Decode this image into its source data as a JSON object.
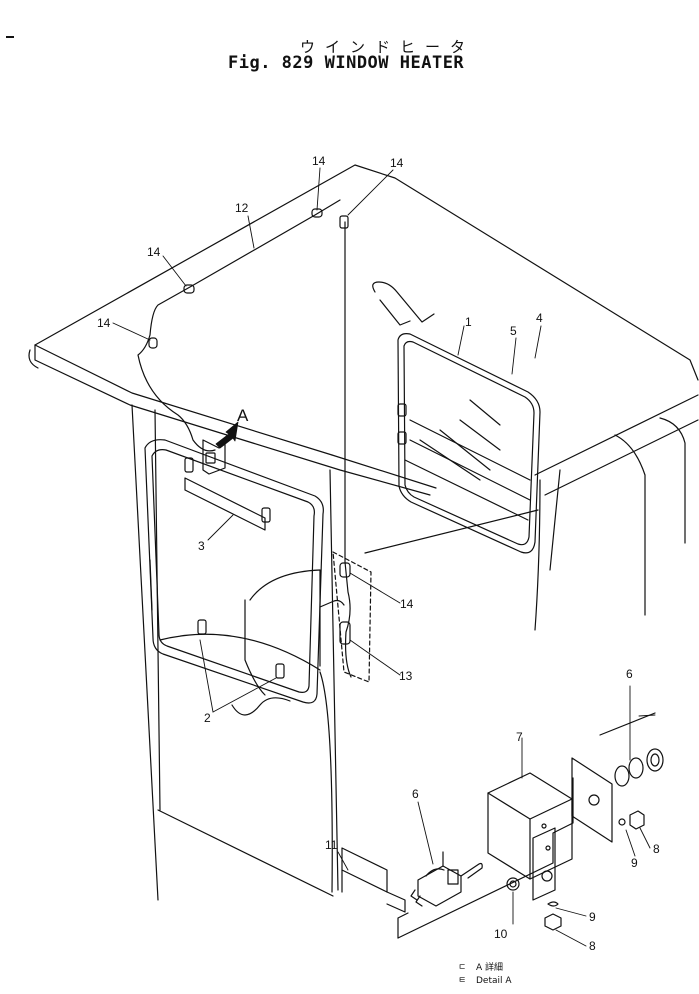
{
  "figure": {
    "title_jp": "ウインドヒータ",
    "title": "Fig. 829 WINDOW HEATER"
  },
  "callouts": [
    {
      "id": "c1",
      "text": "1"
    },
    {
      "id": "c2",
      "text": "2"
    },
    {
      "id": "c3",
      "text": "3"
    },
    {
      "id": "c4",
      "text": "4"
    },
    {
      "id": "c5",
      "text": "5"
    },
    {
      "id": "c6a",
      "text": "6"
    },
    {
      "id": "c6b",
      "text": "6"
    },
    {
      "id": "c7",
      "text": "7"
    },
    {
      "id": "c8a",
      "text": "8"
    },
    {
      "id": "c8b",
      "text": "8"
    },
    {
      "id": "c9a",
      "text": "9"
    },
    {
      "id": "c9b",
      "text": "9"
    },
    {
      "id": "c10",
      "text": "10"
    },
    {
      "id": "c11",
      "text": "11"
    },
    {
      "id": "c12",
      "text": "12"
    },
    {
      "id": "c13",
      "text": "13"
    },
    {
      "id": "c14a",
      "text": "14"
    },
    {
      "id": "c14b",
      "text": "14"
    },
    {
      "id": "c14c",
      "text": "14"
    },
    {
      "id": "c14d",
      "text": "14"
    },
    {
      "id": "c14e",
      "text": "14"
    },
    {
      "id": "cA",
      "text": "A"
    }
  ],
  "legend": {
    "jp_line": "A 詳細",
    "en_line": "Detail A"
  }
}
